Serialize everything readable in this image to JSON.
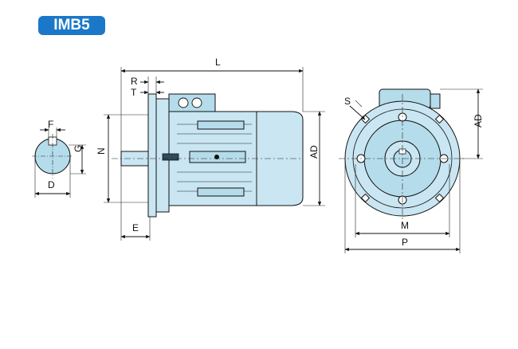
{
  "title": "IMB5",
  "colors": {
    "badge": "#1b78c8",
    "motor_fill": "#c9e6f2",
    "motor_fill_alt": "#b5dceb",
    "line": "#111111"
  },
  "labels": {
    "shaft_section": {
      "F": "F",
      "G": "G",
      "D": "D"
    },
    "side_view": {
      "L": "L",
      "R": "R",
      "T": "T",
      "N": "N",
      "E": "E",
      "AD": "AD"
    },
    "front_view": {
      "S": "S",
      "AD": "AD",
      "M": "M",
      "P": "P"
    }
  }
}
